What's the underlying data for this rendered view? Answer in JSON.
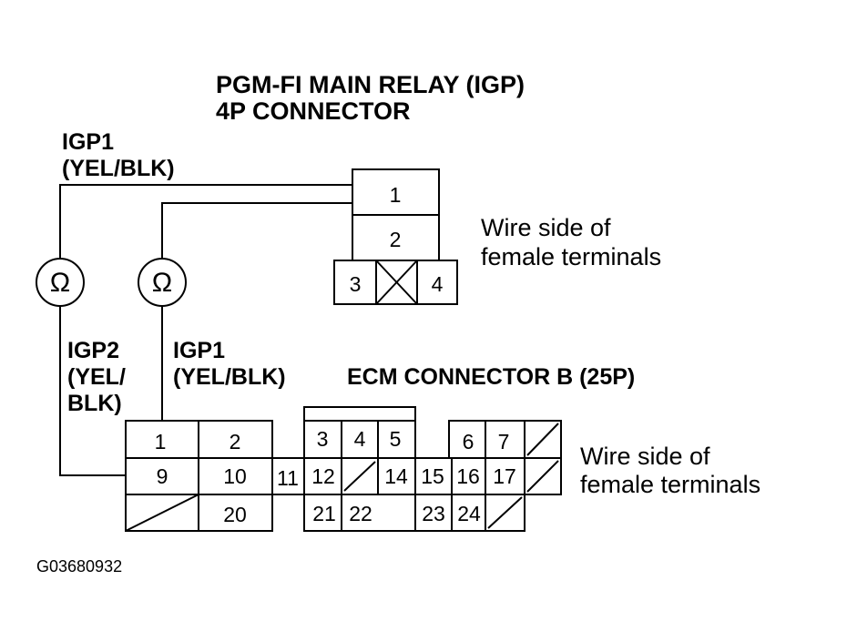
{
  "relay": {
    "title_line1": "PGM-FI MAIN RELAY (IGP)",
    "title_line2": "4P CONNECTOR",
    "side_line1": "Wire side of",
    "side_line2": "female terminals",
    "pins": {
      "p1": "1",
      "p2": "2",
      "p3": "3",
      "p4": "4"
    }
  },
  "wires": {
    "igp1_top_line1": "IGP1",
    "igp1_top_line2": "(YEL/BLK)",
    "igp2_line1": "IGP2",
    "igp2_line2": "(YEL/",
    "igp2_line3": "BLK)",
    "igp1_bottom_line1": "IGP1",
    "igp1_bottom_line2": "(YEL/BLK)"
  },
  "meters": {
    "symbol": "Ω",
    "icon": "ohmmeter-icon"
  },
  "ecm": {
    "title": "ECM CONNECTOR B (25P)",
    "side_line1": "Wire side of",
    "side_line2": "female terminals",
    "pins": {
      "p1": "1",
      "p2": "2",
      "p3": "3",
      "p4": "4",
      "p5": "5",
      "p6": "6",
      "p7": "7",
      "p9": "9",
      "p10": "10",
      "p11": "11",
      "p12": "12",
      "p14": "14",
      "p15": "15",
      "p16": "16",
      "p17": "17",
      "p20": "20",
      "p21": "21",
      "p22": "22",
      "p23": "23",
      "p24": "24"
    }
  },
  "figure_id": "G03680932"
}
